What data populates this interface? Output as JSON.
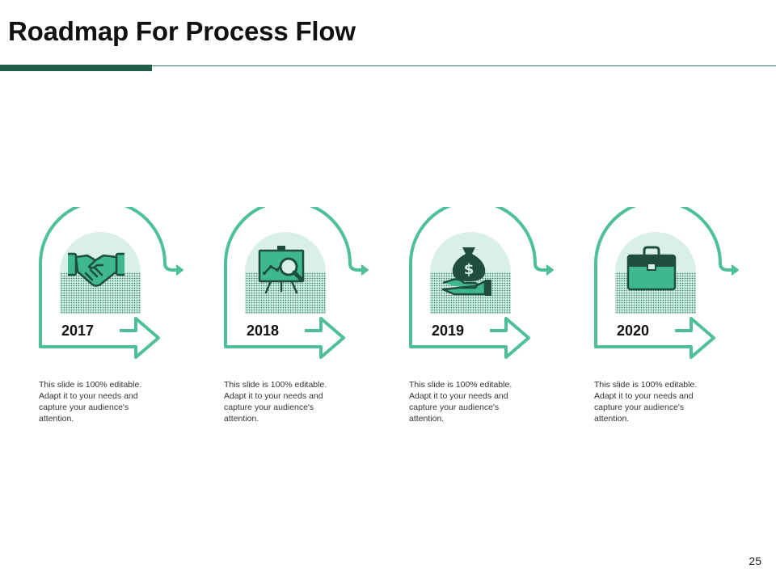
{
  "title": "Roadmap For Process Flow",
  "page_number": "25",
  "steps": [
    {
      "year": "2017",
      "description": "This slide is 100% editable. Adapt it to your needs and capture your audience's attention.",
      "icon": "handshake-icon"
    },
    {
      "year": "2018",
      "description": "This slide is 100% editable. Adapt it to your needs and capture your audience's attention.",
      "icon": "presentation-analytics-icon"
    },
    {
      "year": "2019",
      "description": "This slide is 100% editable. Adapt it to your needs and capture your audience's attention.",
      "icon": "money-bag-hand-icon"
    },
    {
      "year": "2020",
      "description": "This slide is 100% editable. Adapt it to your needs and capture your audience's attention.",
      "icon": "briefcase-icon"
    }
  ],
  "colors": {
    "accent": "#4dbf9b",
    "dark": "#1f5e4b",
    "light": "#d8f0e8",
    "icon_fill": "#3fb78f"
  }
}
